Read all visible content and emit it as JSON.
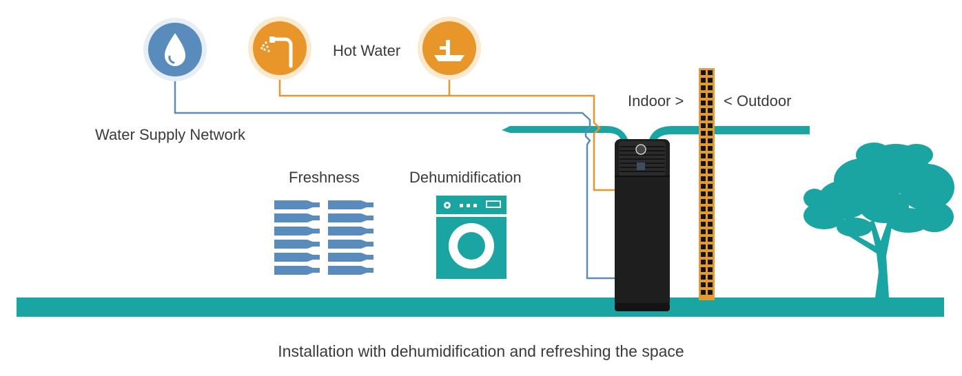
{
  "labels": {
    "water_supply": "Water Supply Network",
    "hot_water": "Hot Water",
    "freshness": "Freshness",
    "dehumidification": "Dehumidification",
    "indoor": "Indoor >",
    "outdoor": "< Outdoor",
    "caption": "Installation with dehumidification and refreshing the space"
  },
  "icons": {
    "water_supply": "water-drop-icon",
    "shower": "shower-icon",
    "sink": "sink-faucet-icon",
    "bottles": "wine-bottles-icon",
    "washer": "washing-machine-icon",
    "tree": "tree-icon"
  },
  "colors": {
    "teal": "#1aa5a2",
    "blue": "#5a8bbd",
    "orange": "#e8962a",
    "wall": "#e39a2f",
    "unit": "#1e1e1e"
  }
}
